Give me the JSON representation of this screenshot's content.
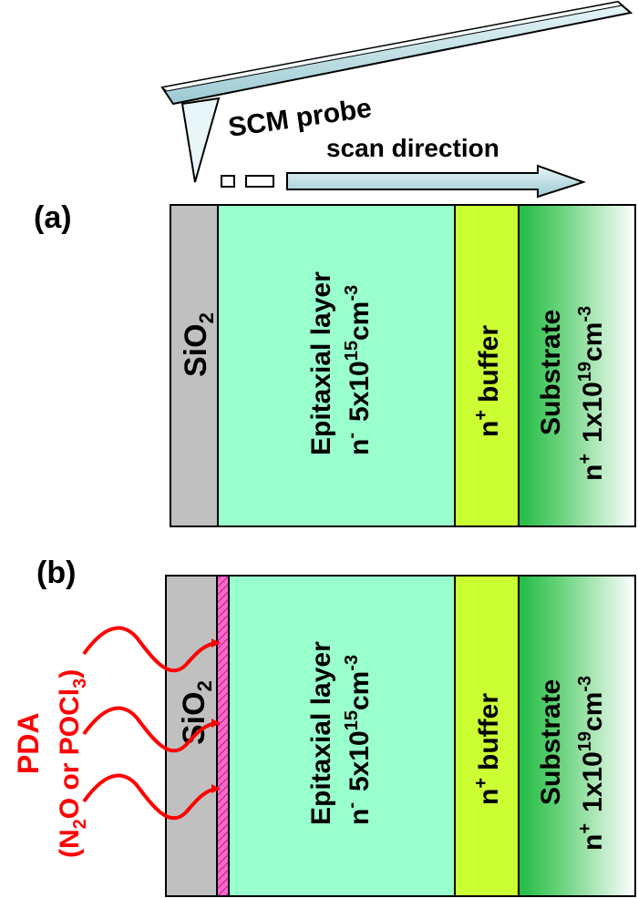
{
  "probe": {
    "label": "SCM probe",
    "scan_direction": "scan direction"
  },
  "panel_a": {
    "tag": "(a)",
    "sio2": {
      "base": "SiO",
      "sub": "2"
    },
    "epi": {
      "line1": "Epitaxial layer",
      "n": "n",
      "n_sup": "-",
      "conc": "5x10",
      "conc_exp": "15",
      "unit": "cm",
      "unit_exp": "-3"
    },
    "buffer": {
      "n": "n",
      "n_sup": "+",
      "label": "buffer"
    },
    "substrate": {
      "line1": "Substrate",
      "n": "n",
      "n_sup": "+",
      "conc": "1x10",
      "conc_exp": "19",
      "unit": "cm",
      "unit_exp": "-3"
    }
  },
  "panel_b": {
    "tag": "(b)",
    "sio2": {
      "base": "SiO",
      "sub": "2"
    },
    "epi": {
      "line1": "Epitaxial layer",
      "n": "n",
      "n_sup": "-",
      "conc": "5x10",
      "conc_exp": "15",
      "unit": "cm",
      "unit_exp": "-3"
    },
    "buffer": {
      "n": "n",
      "n_sup": "+",
      "label": "buffer"
    },
    "substrate": {
      "line1": "Substrate",
      "n": "n",
      "n_sup": "+",
      "conc": "1x10",
      "conc_exp": "19",
      "unit": "cm",
      "unit_exp": "-3"
    },
    "pda": {
      "line1": "PDA",
      "open": "(N",
      "n_sub": "2",
      "mid": "O or POCl",
      "cl_sub": "3",
      "close": ")"
    }
  },
  "colors": {
    "sio2": "#c0c0c0",
    "epi": "#99ffcc",
    "buffer": "#ccff33",
    "substrate_dark": "#22bb44",
    "substrate_light": "#ffffff",
    "interface": "#ff66cc",
    "pda": "#ff0000",
    "probe": "#aad4dc"
  }
}
